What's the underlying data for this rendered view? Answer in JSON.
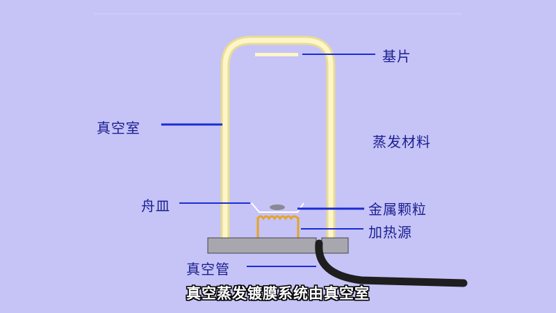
{
  "labels": {
    "substrate": "基片",
    "vacuum_chamber": "真空室",
    "evaporation_material": "蒸发材料",
    "boat": "舟皿",
    "metal_particles": "金属颗粒",
    "heat_source": "加热源",
    "vacuum_tube": "真空管"
  },
  "subtitle": "真空蒸发镀膜系统由真空室",
  "colors": {
    "background": "#c6c3f7",
    "chamber_glow": "#fff6c8",
    "chamber_tint": "#e8dd94",
    "label_text": "#1a1f8f",
    "leader_line": "#1b2bd6",
    "base_plate": "#a8a7b0",
    "heater_coil": "#e7a422",
    "tube": "#1e1e1e"
  }
}
